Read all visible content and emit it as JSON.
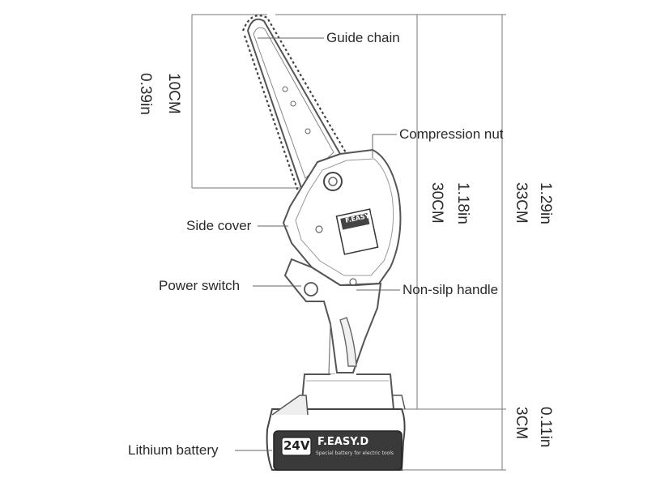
{
  "labels": {
    "guide_chain": "Guide chain",
    "compression_nut": "Compression nut",
    "side_cover": "Side cover",
    "power_switch": "Power switch",
    "non_slip_handle": "Non-silp handle",
    "lithium_battery": "Lithium battery"
  },
  "dimensions": {
    "bar_length": {
      "cm": "10CM",
      "inch": "0.39in"
    },
    "body_height": {
      "cm": "30CM",
      "inch": "1.18in"
    },
    "total_height": {
      "cm": "33CM",
      "inch": "1.29in"
    },
    "battery_height": {
      "cm": "3CM",
      "inch": "0.11in"
    }
  },
  "product": {
    "brand_badge": "F.EASY.D",
    "battery_voltage": "24V",
    "battery_brand": "F.EASY.D",
    "battery_small_text": "Special battery for electric tools"
  },
  "colors": {
    "line": "#555555",
    "text": "#2a2a2a",
    "background": "#ffffff"
  }
}
